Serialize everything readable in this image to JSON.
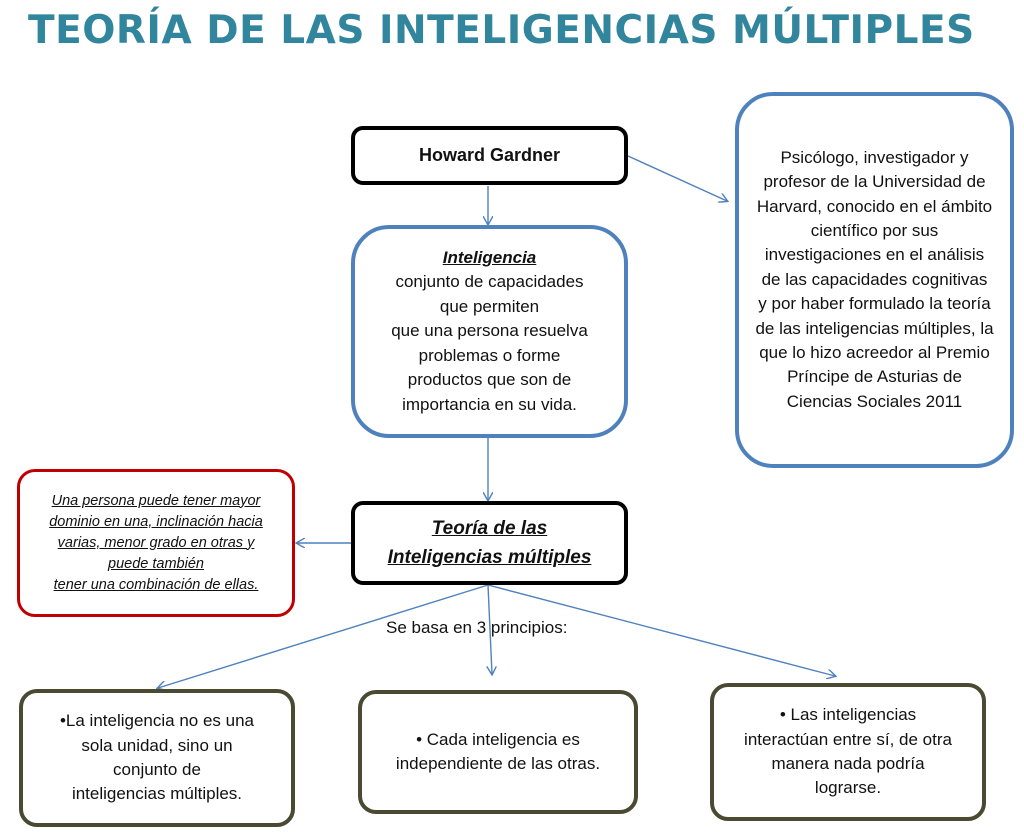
{
  "title": "TEORÍA DE LAS INTELIGENCIAS MÚLTIPLES",
  "colors": {
    "title": "#31859c",
    "arrows": "#4f81bd",
    "blue_border": "#4f81bd",
    "red_border": "#c00000",
    "olive_border": "#4a4a33"
  },
  "nodes": {
    "author": "Howard Gardner",
    "bio": "Psicólogo, investigador y profesor de la Universidad de Harvard, conocido en el ámbito científico por sus investigaciones en el análisis de las capacidades cognitivas y por haber formulado la teoría de las inteligencias múltiples, la que lo hizo acreedor al Premio Príncipe de Asturias de Ciencias Sociales 2011",
    "definition_heading": "Inteligencia",
    "definition_lines": [
      "conjunto de capacidades",
      "que permiten",
      "que una persona resuelva",
      "problemas o forme",
      "productos que son de",
      "importancia en su vida."
    ],
    "theory": "Teoría de las\nInteligencias  múltiples",
    "note": "Una persona puede tener mayor\ndominio en una, inclinación hacia\nvarias, menor grado en otras y\npuede también\ntener una combinación de ellas.",
    "principles_label": "Se basa en 3 principios:",
    "principle_1": "•La inteligencia no es una\nsola unidad, sino un\nconjunto de\ninteligencias múltiples.",
    "principle_2": "• Cada inteligencia es\nindependiente de las otras.",
    "principle_3": "• Las inteligencias\ninteractúan entre sí, de otra\nmanera nada podría\nlograrse."
  }
}
